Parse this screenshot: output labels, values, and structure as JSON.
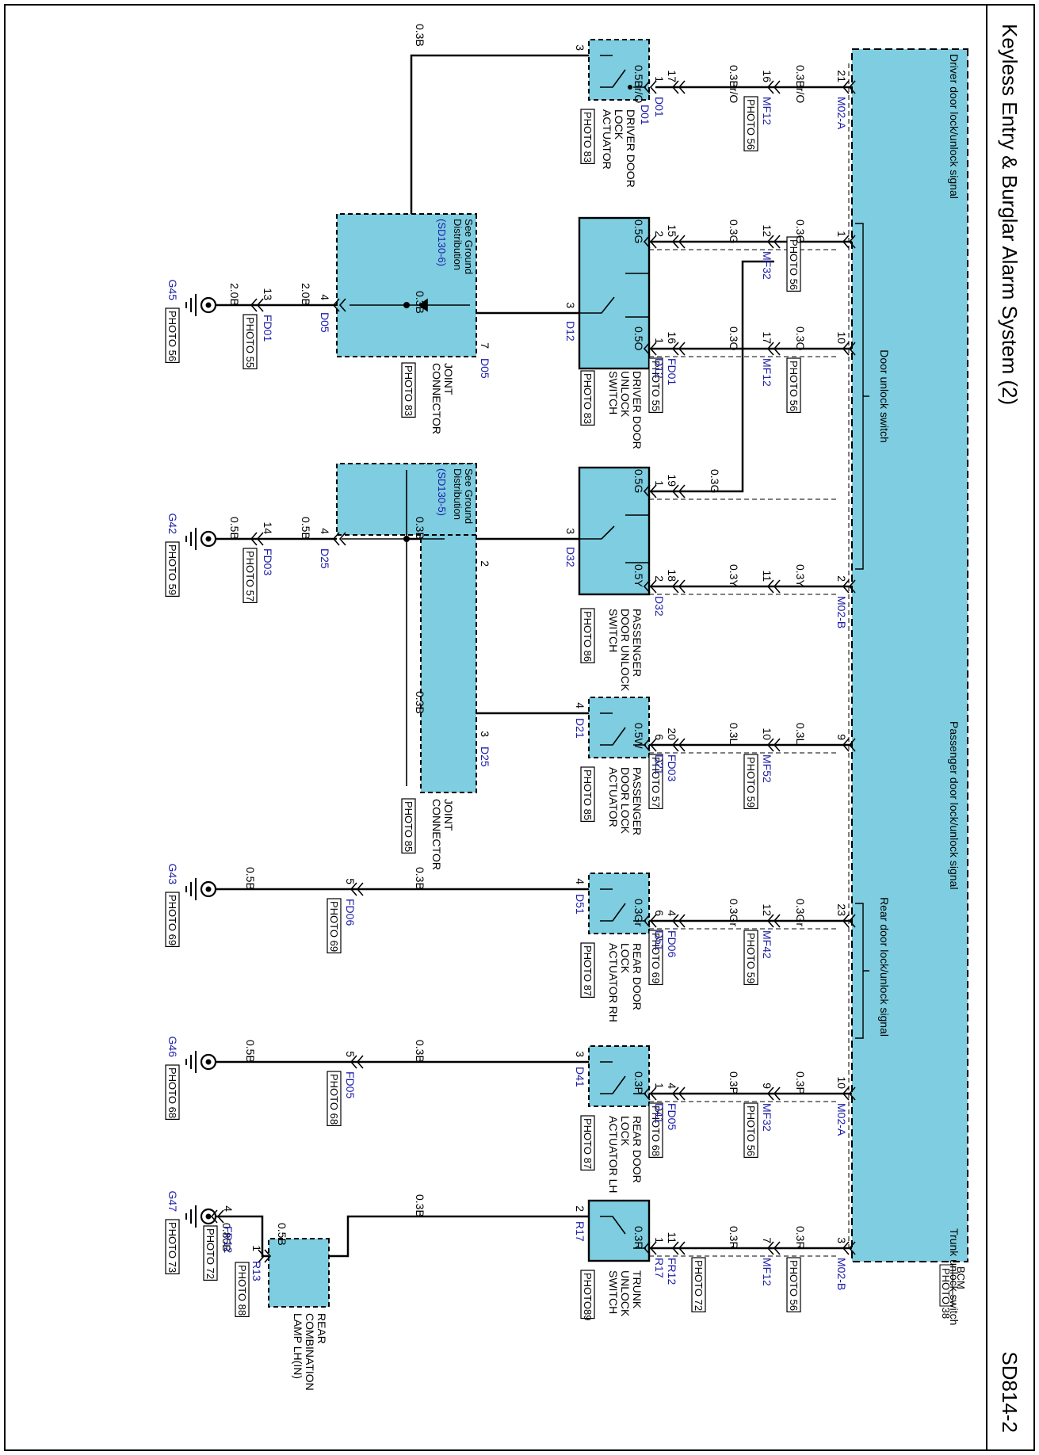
{
  "header": {
    "title": "Keyless Entry & Burglar Alarm System (2)",
    "code": "SD814-2"
  },
  "colors": {
    "fill": "#7ecde0",
    "line": "#000000",
    "connector": "#1c1ca8"
  },
  "bcm": {
    "name": "BCM",
    "photo": "PHOTO 38"
  },
  "bcm_signals": {
    "driver": "Driver door lock/unlock signal",
    "door_unlock": "Door unlock switch",
    "passenger": "Passenger door lock/unlock signal",
    "rear": "Rear door lock/unlock signal",
    "trunk": "Trunk unlock switch"
  },
  "components": {
    "d01": {
      "conn": "D01",
      "name": "DRIVER DOOR LOCK ACTUATOR",
      "photo": "PHOTO 83",
      "pin_a": "1",
      "pin_b": "3"
    },
    "d12": {
      "conn": "D12",
      "name": "DRIVER DOOR UNLOCK SWITCH",
      "photo": "PHOTO 83",
      "pin_a": "2",
      "pin_b": "1",
      "pin_c": "3"
    },
    "d32": {
      "conn": "D32",
      "name": "PASSENGER DOOR UNLOCK SWITCH",
      "photo": "PHOTO 86",
      "pin_a": "1",
      "pin_b": "2",
      "pin_c": "3"
    },
    "d21": {
      "conn": "D21",
      "name": "PASSENGER DOOR LOCK ACTUATOR",
      "photo": "PHOTO 85",
      "pin_a": "6",
      "pin_b": "4"
    },
    "d51": {
      "conn": "D51",
      "name": "REAR DOOR LOCK ACTUATOR RH",
      "photo": "PHOTO 87",
      "pin_a": "6",
      "pin_b": "4"
    },
    "d41": {
      "conn": "D41",
      "name": "REAR DOOR LOCK ACTUATOR LH",
      "photo": "PHOTO 87",
      "pin_a": "1",
      "pin_b": "3"
    },
    "r17": {
      "conn": "R17",
      "name": "TRUNK UNLOCK SWITCH",
      "photo": "PHOTO89",
      "pin_a": "1",
      "pin_b": "2"
    },
    "r13": {
      "conn": "R13",
      "name": "REAR COMBINATION LAMP LH(IN)",
      "photo": "PHOTO 88",
      "pin": "1"
    }
  },
  "joints": {
    "d05": {
      "conn_in": "D05",
      "conn_out": "D05",
      "name": "JOINT CONNECTOR",
      "photo": "PHOTO 83",
      "pin_in": "7",
      "pin_out": "4",
      "note": "See Ground Distribution",
      "ref": "(SD130-6)"
    },
    "d25": {
      "conn_in": "D25",
      "conn_out": "D25",
      "name": "JOINT CONNECTOR",
      "photo": "PHOTO 85",
      "pin_in1": "2",
      "pin_in2": "3",
      "pin_out": "4",
      "note": "See Ground Distribution",
      "ref": "(SD130-5)"
    }
  },
  "connectors": {
    "m02a_21": {
      "conn": "M02-A",
      "pin": "21"
    },
    "m02_1": {
      "pin": "1"
    },
    "m02_10": {
      "pin": "10"
    },
    "m02b_2": {
      "conn": "M02-B",
      "pin": "2"
    },
    "m02_9": {
      "pin": "9"
    },
    "m02_23": {
      "pin": "23"
    },
    "m02a_10": {
      "conn": "M02-A",
      "pin": "10"
    },
    "m02b_3": {
      "conn": "M02-B",
      "pin": "3"
    },
    "mf12_16": {
      "conn": "MF12",
      "pin": "16",
      "photo": "PHOTO 56"
    },
    "mf32_12": {
      "conn": "MF32",
      "pin": "12",
      "photo": "PHOTO 56"
    },
    "mf12_17": {
      "conn": "MF12",
      "pin": "17",
      "photo": "PHOTO 56"
    },
    "mf_11": {
      "pin": "11"
    },
    "mf52_10": {
      "conn": "MF52",
      "pin": "10",
      "photo": "PHOTO 59"
    },
    "mf42_12": {
      "conn": "MF42",
      "pin": "12",
      "photo": "PHOTO 59"
    },
    "mf32_9": {
      "conn": "MF32",
      "pin": "9",
      "photo": "PHOTO 56"
    },
    "mf12_7": {
      "conn": "MF12",
      "pin": "7",
      "photo": "PHOTO 56"
    },
    "fd_17": {
      "pin": "17"
    },
    "fd_15": {
      "pin": "15"
    },
    "fd01_16": {
      "conn": "FD01",
      "pin": "16",
      "photo": "PHOTO 55"
    },
    "fd_19": {
      "pin": "19"
    },
    "fd_18": {
      "pin": "18"
    },
    "fd03_20": {
      "conn": "FD03",
      "pin": "20",
      "photo": "PHOTO 57"
    },
    "fd06_4": {
      "conn": "FD06",
      "pin": "4",
      "photo": "PHOTO 69"
    },
    "fd05_4": {
      "conn": "FD05",
      "pin": "4",
      "photo": "PHOTO 68"
    },
    "fr12_11": {
      "conn": "FR12",
      "pin": "11",
      "photo": "PHOTO 72"
    },
    "fd01_13": {
      "conn": "FD01",
      "pin": "13",
      "photo": "PHOTO 55"
    },
    "fd03_14": {
      "conn": "FD03",
      "pin": "14",
      "photo": "PHOTO 57"
    },
    "fd06_5": {
      "conn": "FD06",
      "pin": "5",
      "photo": "PHOTO 69"
    },
    "fd05_5": {
      "conn": "FD05",
      "pin": "5",
      "photo": "PHOTO 68"
    },
    "fr12_4": {
      "conn": "FR12",
      "pin": "4",
      "photo": "PHOTO 72"
    }
  },
  "grounds": {
    "g45": {
      "name": "G45",
      "photo": "PHOTO 56"
    },
    "g42": {
      "name": "G42",
      "photo": "PHOTO 59"
    },
    "g43": {
      "name": "G43",
      "photo": "PHOTO 69"
    },
    "g46": {
      "name": "G46",
      "photo": "PHOTO 68"
    },
    "g47": {
      "name": "G47",
      "photo": "PHOTO 73"
    }
  },
  "wires": {
    "c1": [
      "0.3Br/O",
      "0.3Br/O",
      "0.5Br/O",
      "0.3B"
    ],
    "c2": [
      "0.3G",
      "0.3G",
      "0.5G"
    ],
    "c3": [
      "0.3O",
      "0.3O",
      "0.5O"
    ],
    "c2b": [
      "0.3B"
    ],
    "c4": [
      "0.3Y",
      "0.3Y",
      "0.5Y",
      "0.3G",
      "0.5G"
    ],
    "c4b": [
      "0.3B"
    ],
    "c5": [
      "0.3L",
      "0.3L",
      "0.5W",
      "0.3B"
    ],
    "c6": [
      "0.3Gr",
      "0.3Gr",
      "0.3Gr",
      "0.3B",
      "0.5B"
    ],
    "c7": [
      "0.3P",
      "0.3P",
      "0.3P",
      "0.3B",
      "0.5B"
    ],
    "c8": [
      "0.3R",
      "0.3R",
      "0.3R",
      "0.3B",
      "0.5B",
      "0.85B"
    ],
    "g45": [
      "2.0B",
      "2.0B"
    ],
    "g42": [
      "0.5B",
      "0.5B"
    ]
  }
}
